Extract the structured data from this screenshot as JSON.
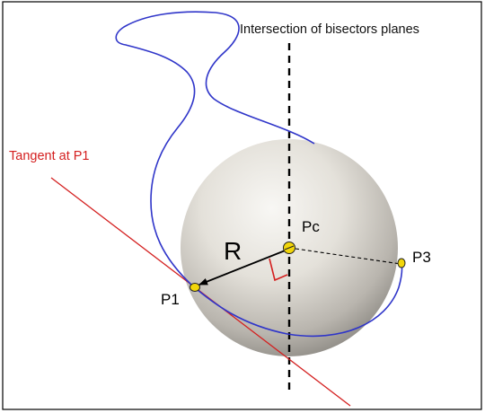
{
  "labels": {
    "bisector_title": "Intersection of bisectors planes",
    "tangent": "Tangent at P1",
    "radius": "R",
    "center": "Pc",
    "p1": "P1",
    "p3": "P3"
  },
  "colors": {
    "curve": "#2f35c9",
    "tangent": "#d42020",
    "point_fill": "#f2d60a",
    "sphere_light": "#f7f6f3",
    "sphere_dark": "#8d8a84",
    "frame": "#000000"
  }
}
